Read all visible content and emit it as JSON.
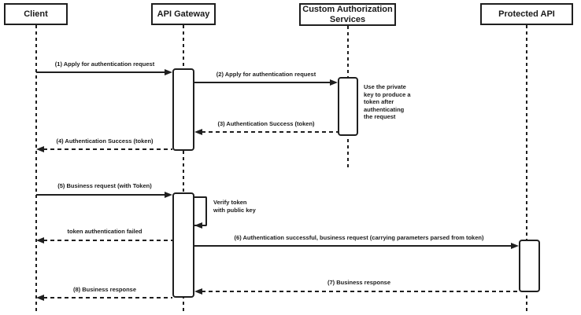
{
  "note": "Use the private\nkey to produce a\ntoken after\nauthenticating\nthe request",
  "colors": {
    "line": "#1f1f1f",
    "background": "#ffffff",
    "box_fill": "#ffffff"
  },
  "participants": [
    {
      "name": "client",
      "label": "Client"
    },
    {
      "name": "api-gateway",
      "label": "API Gateway"
    },
    {
      "name": "custom-authorization-services",
      "label": "Custom Authorization\nServices"
    },
    {
      "name": "protected-api",
      "label": "Protected API"
    }
  ],
  "messages": [
    {
      "label": "(1) Apply for authentication request",
      "from": "Client",
      "to": "API Gateway",
      "line": "solid"
    },
    {
      "label": "(2) Apply for authentication request",
      "from": "API Gateway",
      "to": "Custom Authorization Services",
      "line": "solid"
    },
    {
      "label": "(3) Authentication Success (token)",
      "from": "Custom Authorization Services",
      "to": "API Gateway",
      "line": "dashed"
    },
    {
      "label": "(4) Authentication Success (token)",
      "from": "API Gateway",
      "to": "Client",
      "line": "dashed"
    },
    {
      "label": "(5) Business request (with Token)",
      "from": "Client",
      "to": "API Gateway",
      "line": "solid"
    },
    {
      "label": "Verify token\nwith public key",
      "from": "API Gateway",
      "to": "API Gateway",
      "line": "solid",
      "type": "self"
    },
    {
      "label": "token authentication failed",
      "from": "API Gateway",
      "to": "Client",
      "line": "dashed"
    },
    {
      "label": "(6) Authentication successful, business request (carrying parameters parsed from token)",
      "from": "API Gateway",
      "to": "Protected API",
      "line": "solid"
    },
    {
      "label": "(7) Business response",
      "from": "Protected API",
      "to": "API Gateway",
      "line": "dashed"
    },
    {
      "label": "(8) Business response",
      "from": "API Gateway",
      "to": "Client",
      "line": "dashed"
    }
  ]
}
